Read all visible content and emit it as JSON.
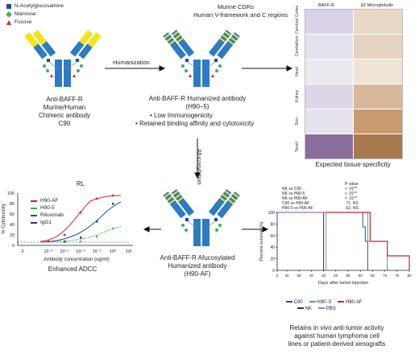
{
  "legend_glycans": [
    {
      "label": "N-Acetylglucosamine",
      "shape": "square",
      "color": "#1f4e99"
    },
    {
      "label": "Mannose",
      "shape": "circle",
      "color": "#3ab54a"
    },
    {
      "label": "Fucose",
      "shape": "triangle",
      "color": "#d1202f"
    }
  ],
  "step1": {
    "arrow_label": "Humanization"
  },
  "murine_cdrs": [
    "Murine CDRs",
    "Human V-framework and C regions"
  ],
  "chimeric": [
    "Anti-BAFF-R",
    "Murine/Human",
    "Chimeric antibody",
    "C90"
  ],
  "humanized": {
    "title": [
      "Anti-BAFF-R Humanized antibody",
      "(H90–5)"
    ],
    "bullets": [
      "Low Immunogenicity",
      "Retained binding affinity and cytotoxicity"
    ]
  },
  "afucosylation_label": "Afucosylation",
  "afucosylated": [
    "Anti-BAFF-R Afucosylated",
    "Humanized antibody",
    "(H90-AF)"
  ],
  "tissue": {
    "col_headers": [
      "BAFF-R",
      "β2 Microglobulin"
    ],
    "rows": [
      "Cerebral Cortex",
      "Cerebellum",
      "Heart",
      "Kidney",
      "Skin",
      "Tonsil"
    ],
    "caption": "Expected tissue specificity"
  },
  "adcc": {
    "title": "RL",
    "ylabel": "% Cytotoxicity",
    "xlabel": "Antibody concentration (ug/ml)",
    "caption": "Enhanced ADCC",
    "yticks": [
      "100",
      "80",
      "60",
      "40",
      "20",
      "0"
    ],
    "xticks": [
      "0",
      "10⁻⁸",
      "10⁻⁶",
      "10⁻⁴",
      "10⁻²",
      "10⁰",
      "10²"
    ],
    "legend": [
      {
        "name": "H90-AF",
        "color": "#d1202f"
      },
      {
        "name": "H90-5",
        "color": "#3ab54a"
      },
      {
        "name": "Rituximab",
        "color": "#1f4e99"
      },
      {
        "name": "IgG1",
        "color": "#2d2e83"
      }
    ]
  },
  "chart_data": {
    "type": "line",
    "title": "",
    "xlabel": "Days after tumor injection",
    "ylabel": "Percent survival (%)",
    "xticks": [
      "0",
      "30",
      "35",
      "40",
      "45",
      "50",
      "55",
      "60",
      "65",
      "70",
      "75",
      "80"
    ],
    "yticks": [
      "0",
      "20",
      "40",
      "60",
      "80",
      "100"
    ],
    "xlim": [
      0,
      80
    ],
    "ylim": [
      0,
      100
    ],
    "series": [
      {
        "name": "C90",
        "color": "#1f4e99",
        "x": [
          0,
          60,
          61,
          62,
          63
        ],
        "y": [
          100,
          100,
          75,
          50,
          0
        ]
      },
      {
        "name": "H90−5",
        "color": "#3ab54a",
        "x": [
          0,
          61,
          63,
          71
        ],
        "y": [
          100,
          100,
          50,
          0
        ]
      },
      {
        "name": "H90-AF",
        "color": "#d1202f",
        "x": [
          0,
          62,
          64,
          71,
          76,
          80
        ],
        "y": [
          100,
          100,
          50,
          25,
          25,
          0
        ]
      },
      {
        "name": "NK",
        "color": "#333333",
        "x": [
          0,
          42,
          45
        ],
        "y": [
          100,
          100,
          0
        ]
      },
      {
        "name": "PBS",
        "color": "#8f7fd6",
        "x": [
          0,
          44,
          46
        ],
        "y": [
          100,
          100,
          0
        ]
      }
    ],
    "stats": {
      "header": "P value",
      "rows": [
        {
          "label": "NK vs C90",
          "value": "< .01**"
        },
        {
          "label": "NK vs H90-5",
          "value": "< .01**"
        },
        {
          "label": "NK vs H90-AF",
          "value": "< .01**"
        },
        {
          "label": "C90 vs H90-AF",
          "value": ".71, NS"
        },
        {
          "label": "H90-5 vs H90-AF",
          "value": ".62, NS"
        }
      ]
    },
    "caption": [
      "Retains in vivo anti-tumor activity",
      "against human lymphoma cell",
      "lines or patient-derived xenografts"
    ]
  }
}
